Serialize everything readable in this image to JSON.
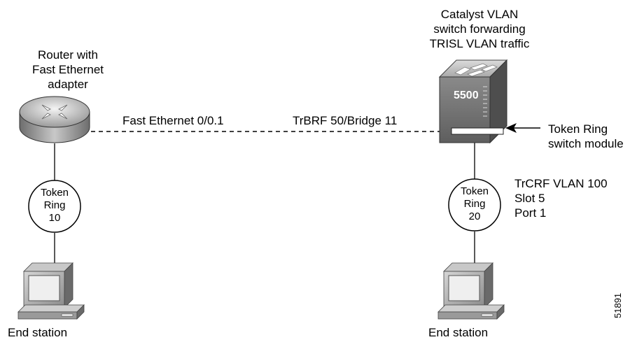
{
  "router_label": [
    "Router with",
    "Fast Ethernet",
    "adapter"
  ],
  "switch_label": [
    "Catalyst VLAN",
    "switch forwarding",
    "TRISL VLAN traffic"
  ],
  "switch_model": "5500",
  "link_left_label": "Fast Ethernet 0/0.1",
  "link_right_label": "TrBRF 50/Bridge 11",
  "module_label": [
    "Token Ring",
    "switch module"
  ],
  "ring_left": [
    "Token",
    "Ring",
    "10"
  ],
  "ring_right": [
    "Token",
    "Ring",
    "20"
  ],
  "vlan_info": [
    "TrCRF VLAN 100",
    "Slot 5",
    "Port 1"
  ],
  "end_station_left": "End station",
  "end_station_right": "End station",
  "figure_number": "51891"
}
